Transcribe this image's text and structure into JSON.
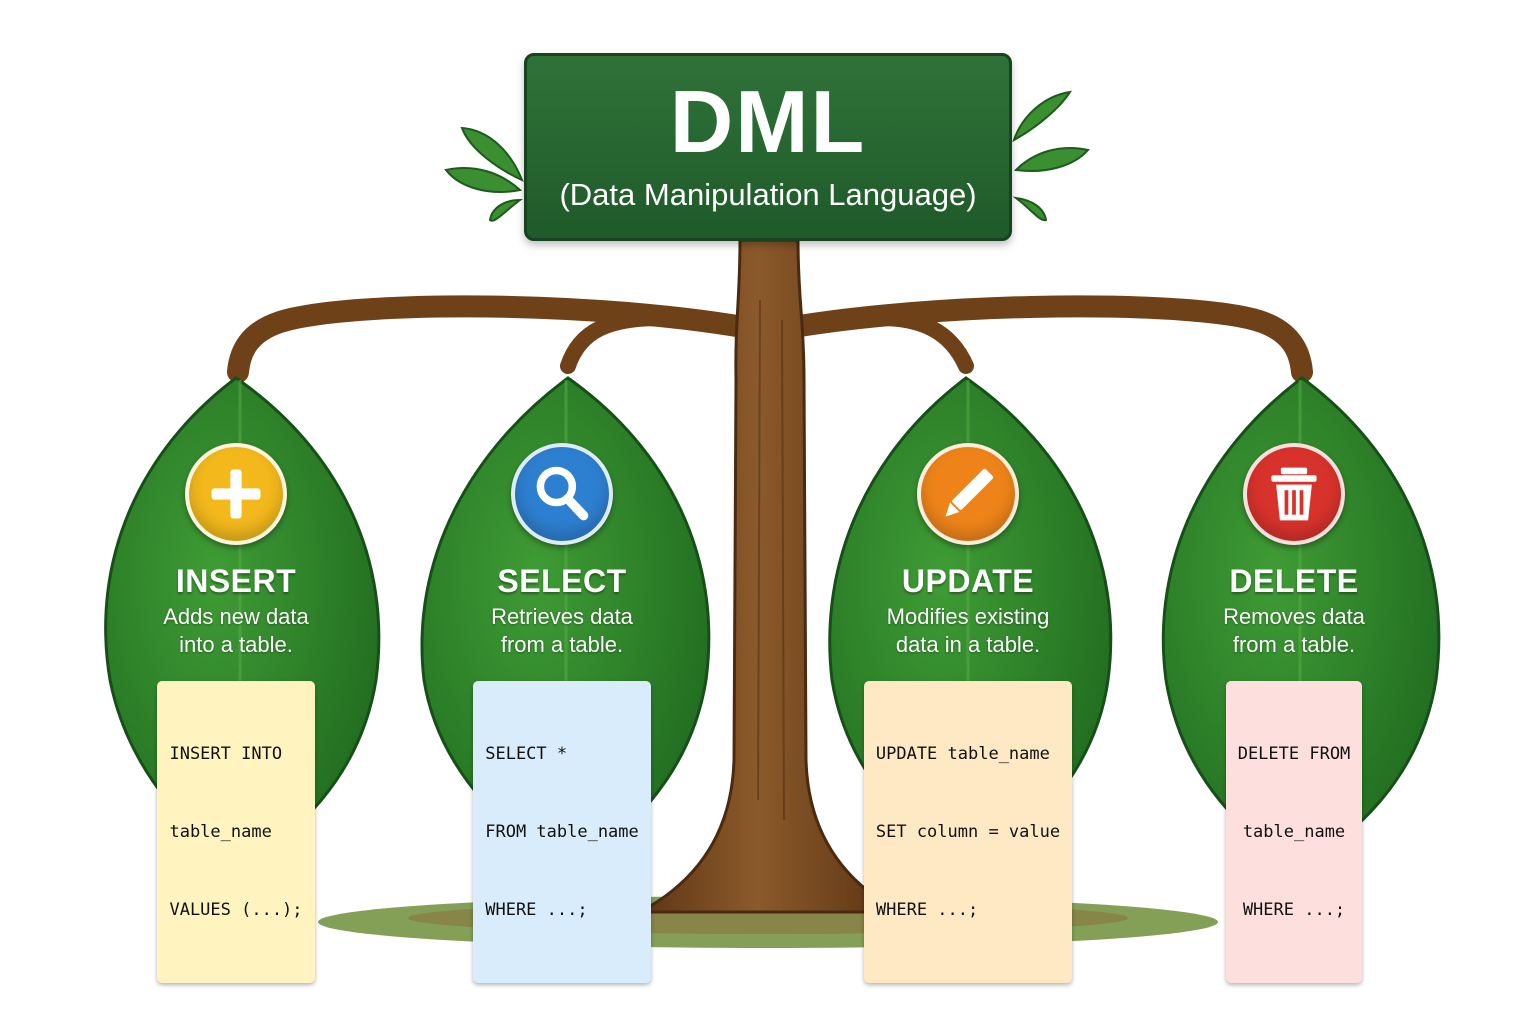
{
  "header": {
    "title": "DML",
    "subtitle": "(Data Manipulation Language)"
  },
  "operations": [
    {
      "name": "INSERT",
      "description": [
        "Adds new data",
        "into a table."
      ],
      "code": [
        "INSERT INTO",
        "table_name",
        "VALUES (...);"
      ],
      "icon": "plus-icon",
      "icon_color": "#f2b81c",
      "code_bg": "#fff4bf"
    },
    {
      "name": "SELECT",
      "description": [
        "Retrieves data",
        "from a table."
      ],
      "code": [
        "SELECT *",
        "FROM table_name",
        "WHERE ...;"
      ],
      "icon": "magnifier-icon",
      "icon_color": "#2d7fd0",
      "code_bg": "#d8ecfb"
    },
    {
      "name": "UPDATE",
      "description": [
        "Modifies existing",
        "data in a table."
      ],
      "code": [
        "UPDATE table_name",
        "SET column = value",
        "WHERE ...;"
      ],
      "icon": "pencil-icon",
      "icon_color": "#ee8419",
      "code_bg": "#ffe9c4"
    },
    {
      "name": "DELETE",
      "description": [
        "Removes data",
        "from a table."
      ],
      "code": [
        "DELETE FROM",
        "table_name",
        "WHERE ...;"
      ],
      "icon": "trash-icon",
      "icon_color": "#d8322c",
      "code_bg": "#fde0de"
    }
  ],
  "colors": {
    "sign_green": "#245f2c",
    "leaf_green": "#2f8a2a",
    "trunk_brown": "#7a4a22"
  }
}
